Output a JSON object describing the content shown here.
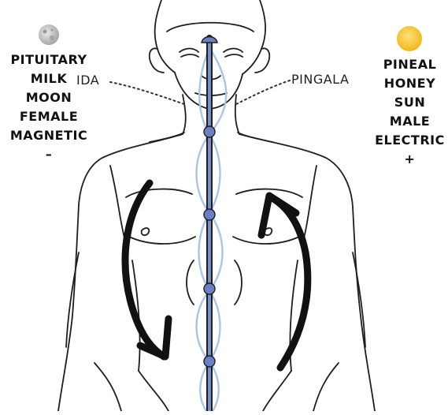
{
  "labels": {
    "ida": "IDA",
    "pingala": "PINGALA"
  },
  "left_column": [
    "PITUITARY",
    "MILK",
    "MOON",
    "FEMALE",
    "MAGNETIC",
    "–"
  ],
  "right_column": [
    "PINEAL",
    "HONEY",
    "SUN",
    "MALE",
    "ELECTRIC",
    "+"
  ],
  "icons": {
    "left": "moon-icon",
    "right": "sun-icon"
  },
  "colors": {
    "outline": "#1e1e1e",
    "spine": "#6a7fb6",
    "ida_channel": "#a9c4e6",
    "pingala_channel": "#a9c4e6",
    "chakra": "#6a7fc4",
    "arrow": "#111111",
    "moon": "#c8c8c8",
    "sun": "#f6cc3a"
  }
}
